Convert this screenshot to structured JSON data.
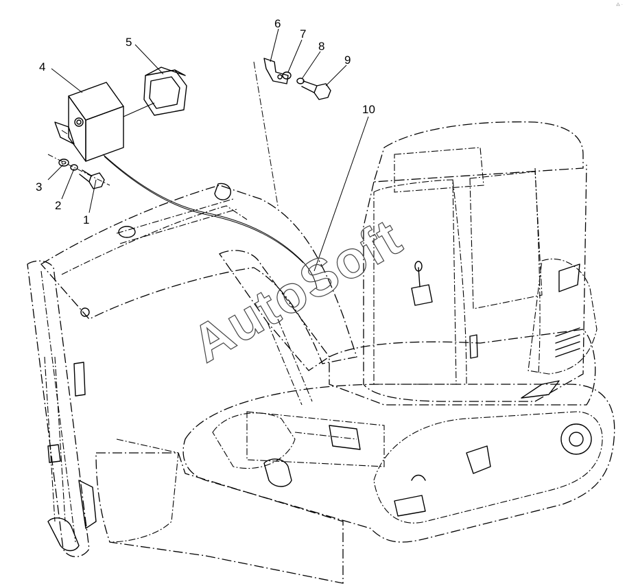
{
  "diagram": {
    "callouts": [
      {
        "id": "1",
        "label": "1"
      },
      {
        "id": "2",
        "label": "2"
      },
      {
        "id": "3",
        "label": "3"
      },
      {
        "id": "4",
        "label": "4"
      },
      {
        "id": "5",
        "label": "5"
      },
      {
        "id": "6",
        "label": "6"
      },
      {
        "id": "7",
        "label": "7"
      },
      {
        "id": "8",
        "label": "8"
      },
      {
        "id": "9",
        "label": "9"
      },
      {
        "id": "10",
        "label": "10"
      }
    ],
    "watermark": "AutoSoft",
    "corner_mark": "⁂ ·"
  }
}
